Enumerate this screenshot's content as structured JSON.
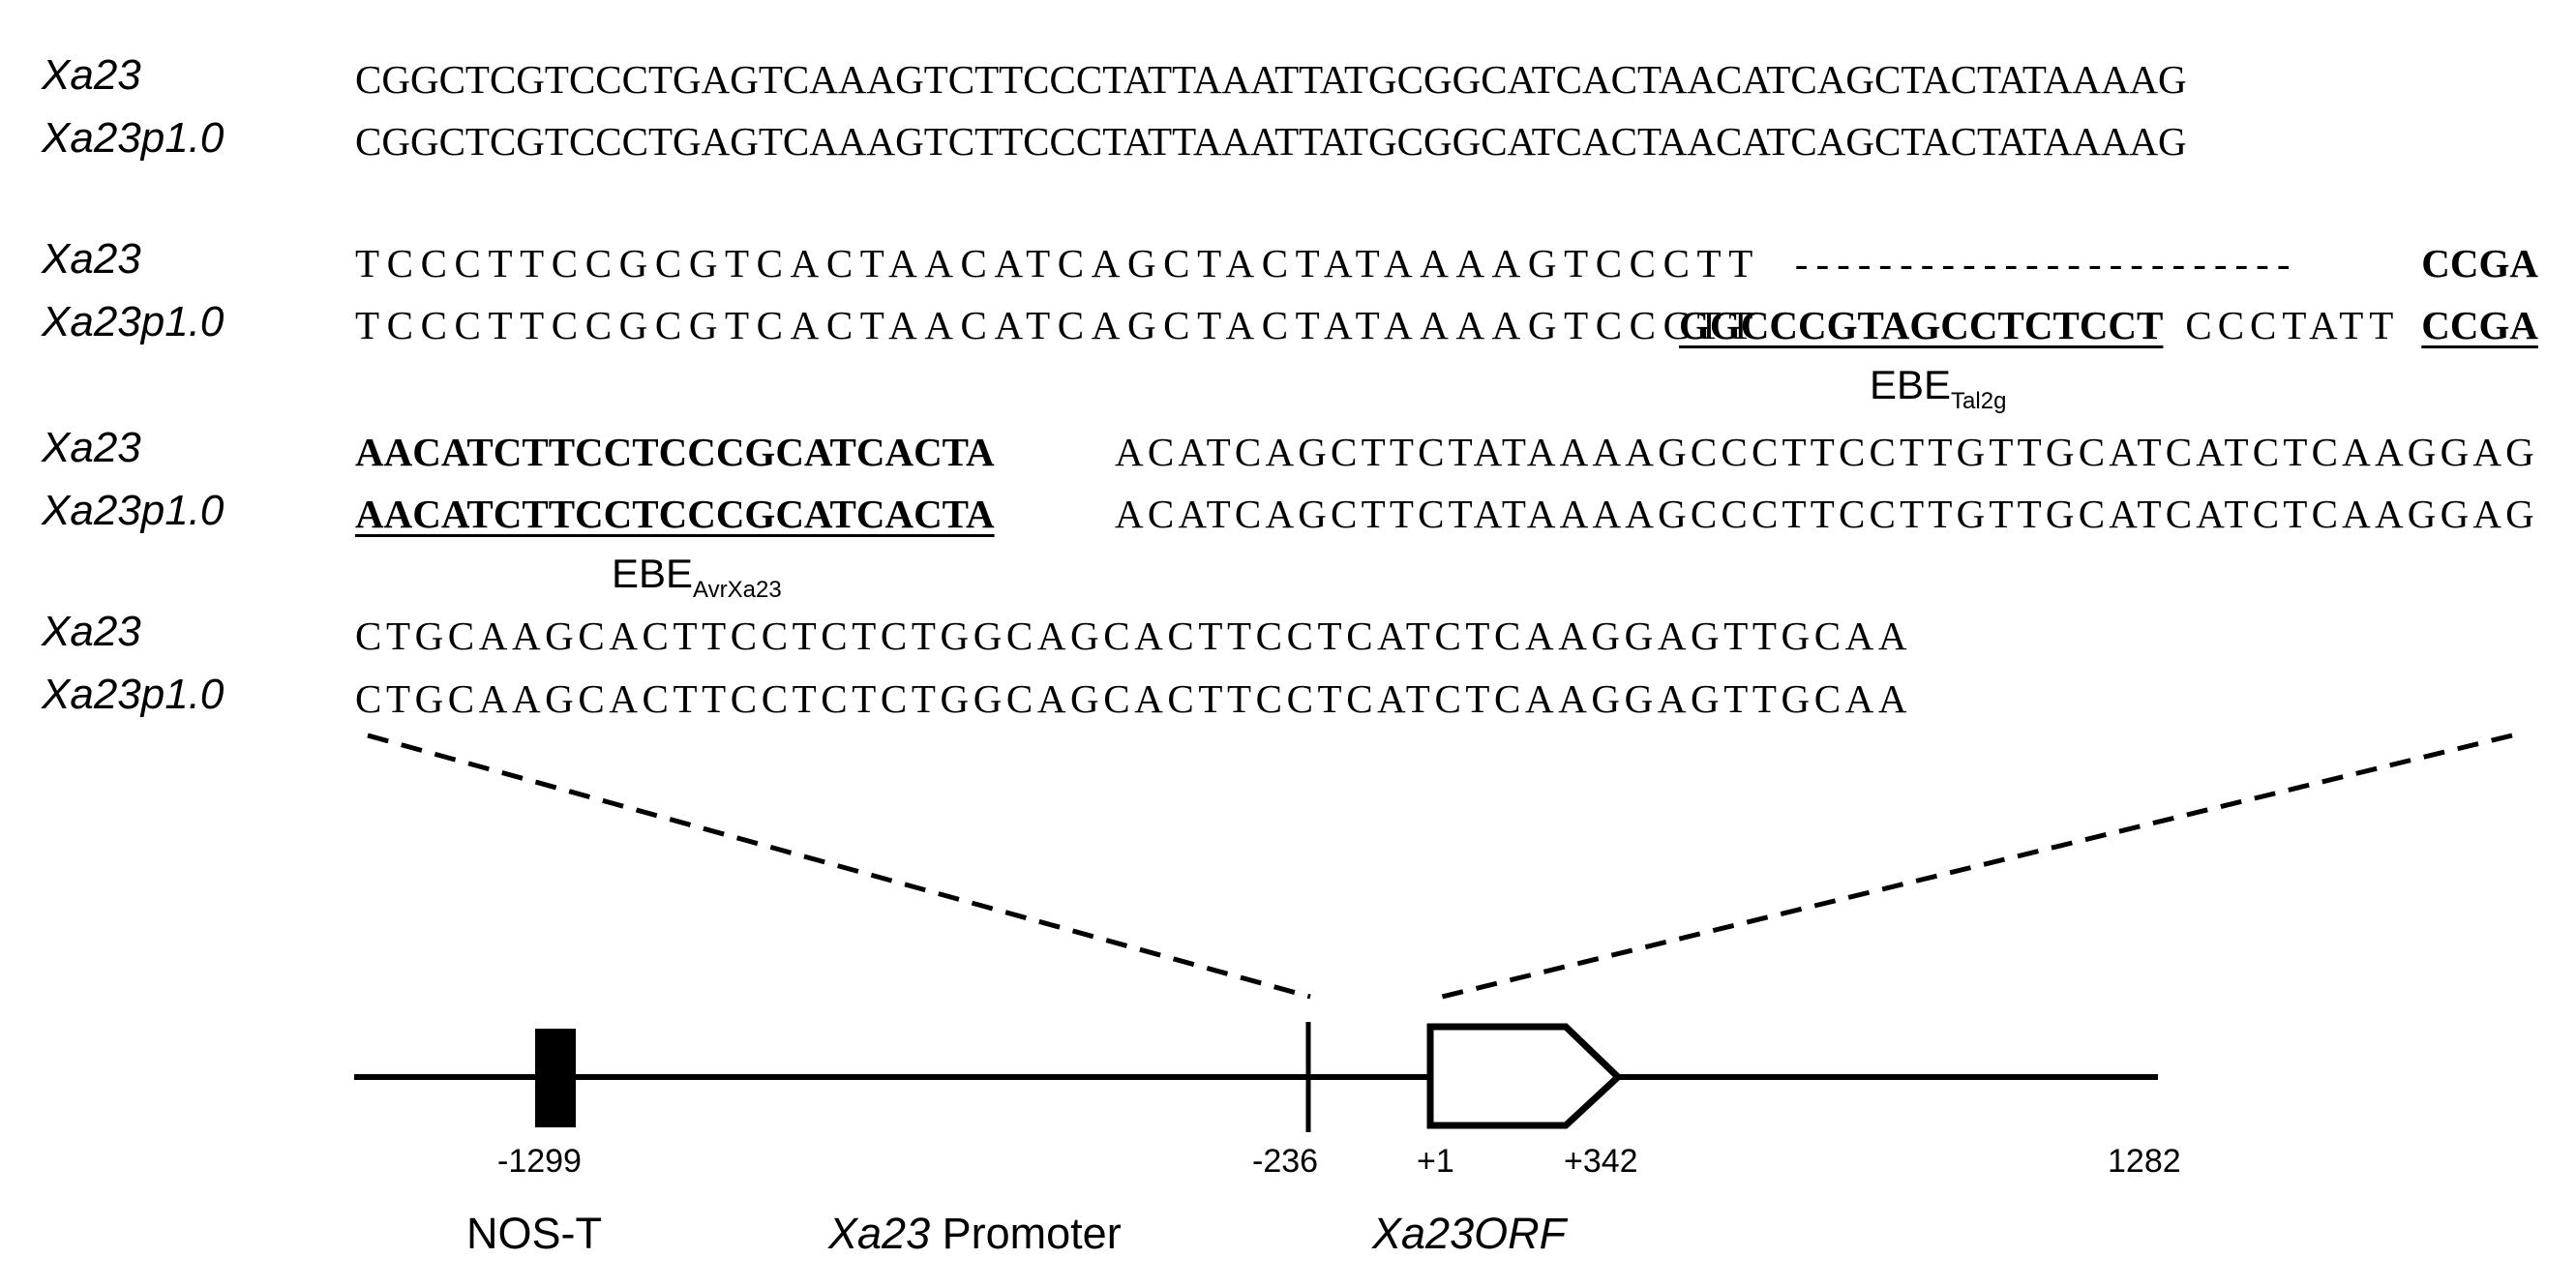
{
  "alignment": {
    "labels": {
      "reference": "Xa23",
      "variant": "Xa23p1.0"
    },
    "blocks": [
      {
        "ref": [
          "CGGCTCGTCCCTGAGTCAAAGTCTTCCCTATTAAATTATGCGGCATCACTAACATCAGCTACTATAAAAG"
        ],
        "var": [
          "CGGCTCGTCCCTGAGTCAAAGTCTTCCCTATTAAATTATGCGGCATCACTAACATCAGCTACTATAAAAG"
        ]
      },
      {
        "ref_plain": "TCCCTTCCGCGTCACTAACATCAGCTACTATAAAAGTCCCTT",
        "ref_gap": "------------------------",
        "ref_bold": "CCGA",
        "var_plain": "TCCCTTCCGCGTCACTAACATCAGCTACTATAAAAGTCCCTT",
        "var_ebe": "GGCCCGTAGCCTCTCCT",
        "var_mid": "CCCTATT",
        "var_bold": "CCGA"
      },
      {
        "ref_bold": "AACATCTTCCTCCCGCATCACTA",
        "ref_rest": "ACATCAGCTTCTATAAAAGCCCTTCCTTGTTGCATCATCTCAAGGAG",
        "var_bold": "AACATCTTCCTCCCGCATCACTA",
        "var_rest": "ACATCAGCTTCTATAAAAGCCCTTCCTTGTTGCATCATCTCAAGGAG"
      },
      {
        "ref": "CTGCAAGCACTTCCTCTCTGGCAGCACTTCCTCATCTCAAGGAGTTGCAA",
        "var": "CTGCAAGCACTTCCTCTCTGGCAGCACTTCCTCATCTCAAGGAGTTGCAA"
      }
    ],
    "ebe_tal2g": {
      "main": "EBE",
      "sub": "Tal2g"
    },
    "ebe_avrxa23": {
      "main": "EBE",
      "sub": "AvrXa23"
    }
  },
  "construct": {
    "coordinates": [
      "-1299",
      "-236",
      "+1",
      "+342",
      "1282"
    ],
    "regions": {
      "nos": "NOS-T",
      "promoter_gene": "Xa23",
      "promoter_word": "Promoter",
      "orf": "Xa23ORF"
    },
    "colors": {
      "line": "#000000",
      "box_fill": "#ffffff",
      "marker": "#000000"
    }
  }
}
